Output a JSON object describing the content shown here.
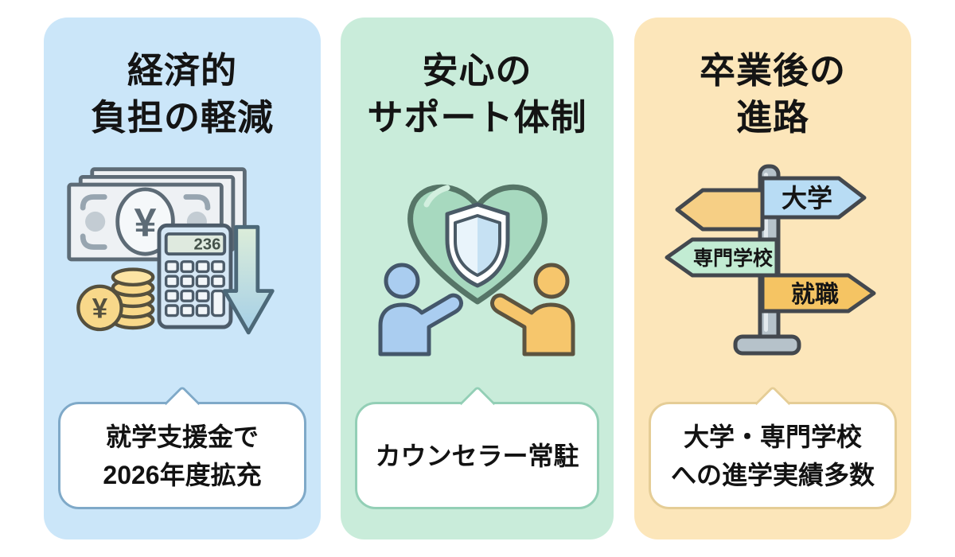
{
  "infographic": {
    "background_color": "#ffffff",
    "cards": [
      {
        "id": "economic-burden",
        "title_line1": "経済的",
        "title_line2": "負担の軽減",
        "bg_color": "#cbe6f9",
        "bubble_border_color": "#7fa9c8",
        "bubble_line1": "就学支援金で",
        "bubble_line2": "2026年度拡充",
        "illustration": {
          "name": "money-calculator-down-arrow",
          "banknote_yen": "¥",
          "coin_yen": "¥",
          "calculator_display": "236"
        }
      },
      {
        "id": "support-system",
        "title_line1": "安心の",
        "title_line2": "サポート体制",
        "bg_color": "#c9ecda",
        "bubble_border_color": "#93cfb6",
        "bubble_line1": "カウンセラー常駐",
        "illustration": {
          "name": "heart-shield-two-people"
        }
      },
      {
        "id": "career-paths",
        "title_line1": "卒業後の",
        "title_line2": "進路",
        "bg_color": "#fce6ba",
        "bubble_border_color": "#e5cd96",
        "bubble_line1": "大学・専門学校",
        "bubble_line2": "への進学実績多数",
        "illustration": {
          "name": "signpost",
          "signs": [
            {
              "label": "大学",
              "color": "#b8dcf4",
              "direction": "right"
            },
            {
              "label": "",
              "color": "#f6cf85",
              "direction": "left"
            },
            {
              "label": "専門学校",
              "color": "#c2ecd3",
              "direction": "left"
            },
            {
              "label": "就職",
              "color": "#f5c463",
              "direction": "right"
            }
          ]
        }
      }
    ]
  }
}
